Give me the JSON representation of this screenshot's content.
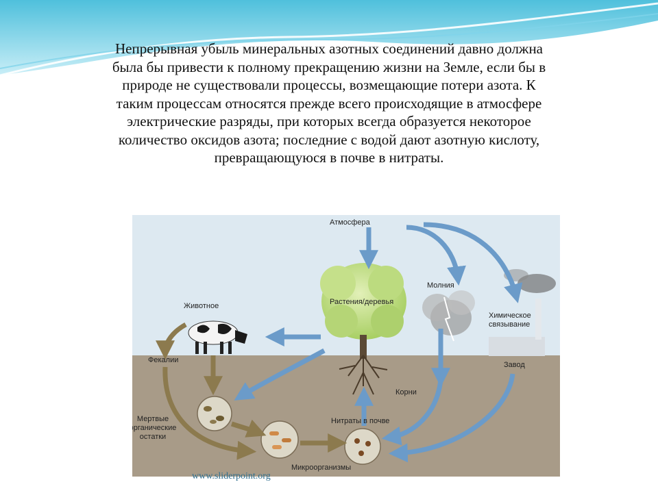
{
  "paragraph": "Непрерывная убыль минеральных азотных соединений давно должна была бы привести к полному прекращению жизни на Земле, если бы в природе не существовали процессы, возмещающие потери азота. К таким процессам относятся прежде всего происходящие в атмосфере электрические разряды, при которых всегда образуется некоторое количество оксидов азота; последние с водой дают азотную кислоту, превращающуюся в почве в нитраты.",
  "diagram": {
    "labels": {
      "atmosphere": "Атмосфера",
      "plants": "Растения/деревья",
      "lightning": "Молния",
      "chemical_1": "Химическое",
      "chemical_2": "связывание",
      "animal": "Животное",
      "feces": "Фекалии",
      "factory": "Завод",
      "roots": "Корни",
      "dead_1": "Мертвые",
      "dead_2": "органические",
      "dead_3": "остатки",
      "nitrates": "Нитраты в почве",
      "microbes": "Микроорганизмы"
    }
  },
  "footer": "www.sliderpoint.org",
  "colors": {
    "sky": "#dde9f1",
    "soil": "#a89b88",
    "arrow_blue": "#6b9bc9",
    "arrow_brown": "#8c7a4e",
    "tree": "#b8d87a",
    "header_wave": "#3ab7d6"
  }
}
